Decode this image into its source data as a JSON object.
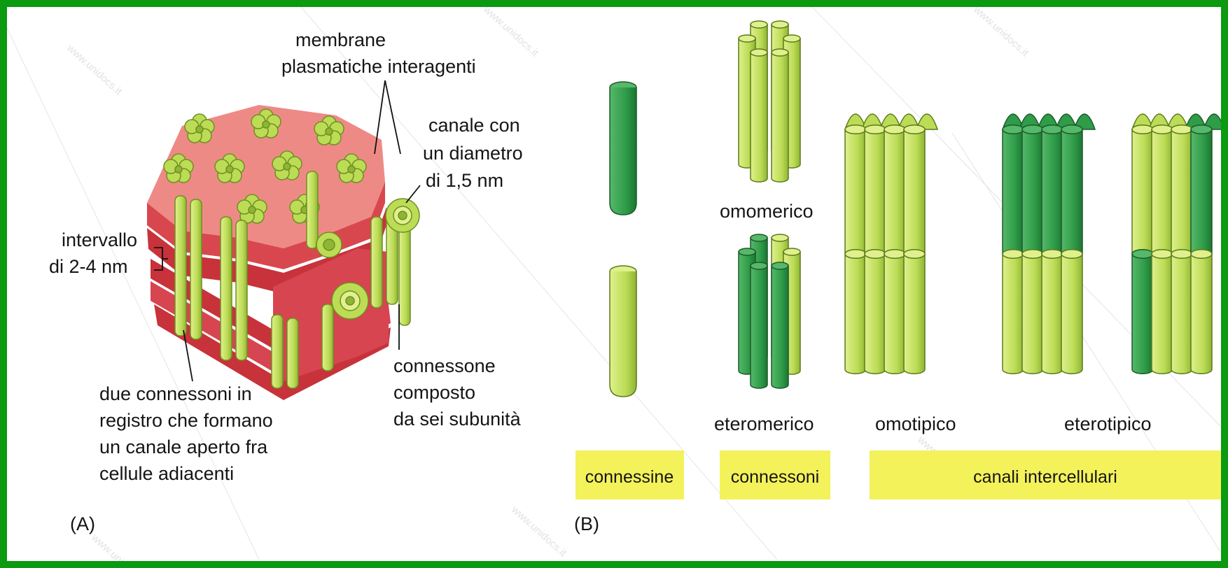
{
  "colors": {
    "frame": "#0b9a10",
    "membrane": "#e05a5a",
    "membrane_top": "#ee8a86",
    "membrane_side": "#c8323a",
    "light_green": "#bcdc56",
    "dark_green": "#2e9c48",
    "label_box": "#f4f25a"
  },
  "watermark": "www.unidocs.it",
  "panel_a": {
    "panel_label": "(A)",
    "label_membrane": [
      "membrane",
      "plasmatiche interagenti"
    ],
    "label_channel": [
      "canale con",
      "un diametro",
      "di 1,5 nm"
    ],
    "label_gap": [
      "intervallo",
      "di 2-4 nm"
    ],
    "label_connexon": [
      "connessone",
      "composto",
      "da sei subunità"
    ],
    "label_pair": [
      "due connessoni in",
      "registro che formano",
      "un canale aperto fra",
      "cellule adiacenti"
    ]
  },
  "panel_b": {
    "panel_label": "(B)",
    "label_homomeric": "omomerico",
    "label_heteromeric": "eteromerico",
    "label_homotypic": "omotipico",
    "label_heterotypic": "eterotipico",
    "box_connexins": "connessine",
    "box_connexons": "connessoni",
    "box_channels": "canali intercellulari"
  }
}
